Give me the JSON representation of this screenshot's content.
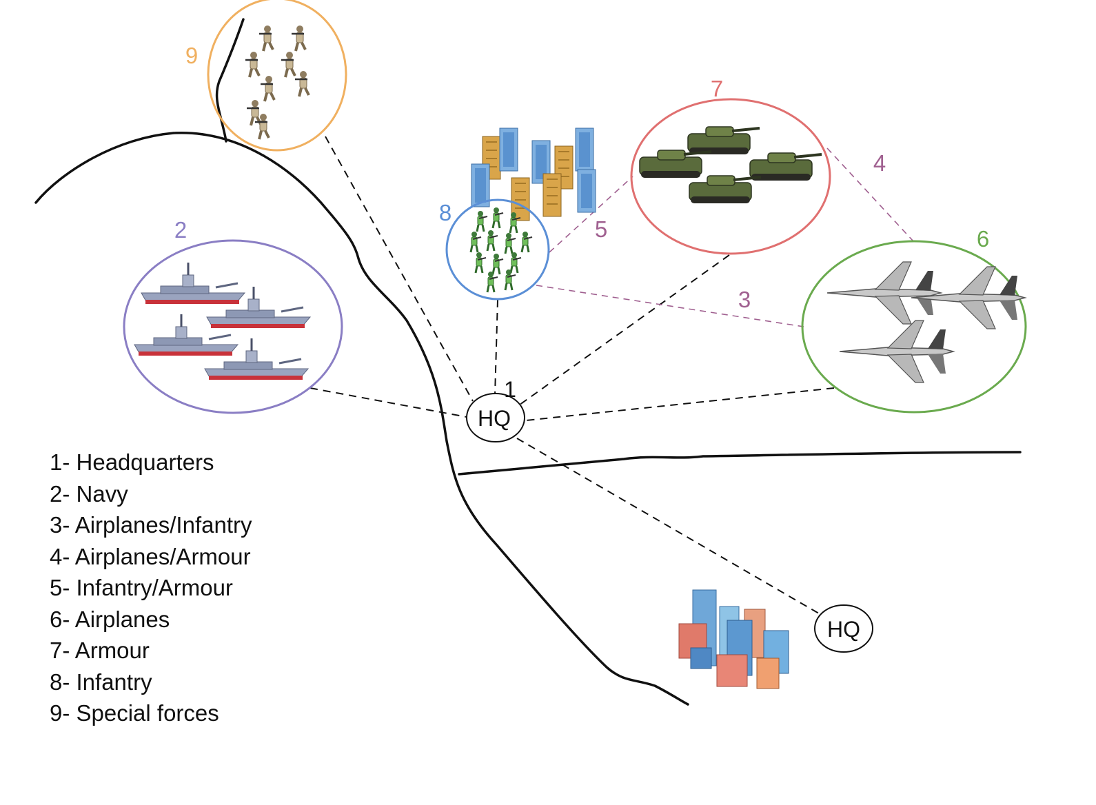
{
  "colors": {
    "special_forces": "#f0b060",
    "navy": "#8a7ec4",
    "infantry": "#5b8fd6",
    "armour": "#e07070",
    "airplanes": "#6aaa4e",
    "link_label": "#a06090",
    "line": "#111111"
  },
  "nodes": {
    "hq_main": {
      "label": "HQ",
      "number": "1"
    },
    "hq_secondary": {
      "label": "HQ"
    },
    "navy": {
      "number": "2",
      "icon": "warship-icon"
    },
    "airplanes": {
      "number": "6",
      "icon": "fighter-jet-icon"
    },
    "armour": {
      "number": "7",
      "icon": "tank-icon"
    },
    "infantry": {
      "number": "8",
      "icon": "soldier-icon"
    },
    "special_forces": {
      "number": "9",
      "icon": "special-forces-soldier-icon"
    }
  },
  "links": {
    "airplanes_infantry": "3",
    "airplanes_armour": "4",
    "infantry_armour": "5"
  },
  "legend": [
    "1- Headquarters",
    "2- Navy",
    "3- Airplanes/Infantry",
    "4- Airplanes/Armour",
    "5- Infantry/Armour",
    "6- Airplanes",
    "7- Armour",
    "8- Infantry",
    "9- Special forces"
  ]
}
